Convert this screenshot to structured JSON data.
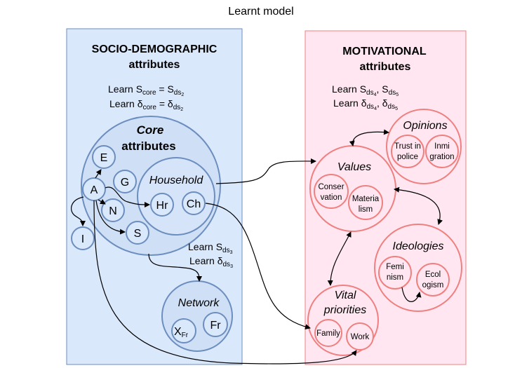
{
  "title": "Learnt model",
  "socio": {
    "heading1": "SOCIO-DEMOGRAPHIC",
    "heading2": "attributes",
    "learn1_prefix": "Learn S",
    "learn1_sub": "core",
    "learn1_mid": " = S",
    "learn1_sub2": "ds",
    "learn1_sub3": "2",
    "learn2_prefix": "Learn δ",
    "learn2_sub": "core",
    "learn2_mid": " = δ",
    "learn2_sub2": "ds",
    "learn2_sub3": "2",
    "core_line1": "Core",
    "core_line2": "attributes",
    "household": "Household",
    "nodes": {
      "E": "E",
      "G": "G",
      "A": "A",
      "N": "N",
      "S": "S",
      "I": "I",
      "Hr": "Hr",
      "Ch": "Ch"
    },
    "learn3_prefix": "Learn S",
    "learn3_sub": "ds",
    "learn3_sub2": "3",
    "learn4_prefix": "Learn δ",
    "learn4_sub": "ds",
    "learn4_sub2": "3",
    "network": "Network",
    "xfr_main": "X",
    "xfr_sub": "Fr",
    "fr": "Fr"
  },
  "motiv": {
    "heading1": "MOTIVATIONAL",
    "heading2": "attributes",
    "learn1_prefix": "Learn S",
    "learn1_sub_a": "ds",
    "learn1_sub_a2": "4",
    "learn1_sep": ", S",
    "learn1_sub_b": "ds",
    "learn1_sub_b2": "5",
    "learn2_prefix": "Learn δ",
    "learn2_sub_a": "ds",
    "learn2_sub_a2": "4",
    "learn2_sep": ", δ",
    "learn2_sub_b": "ds",
    "learn2_sub_b2": "5",
    "opinions": "Opinions",
    "trust1": "Trust in",
    "trust2": "police",
    "immi1": "Inmi",
    "immi2": "gration",
    "values": "Values",
    "cons1": "Conser",
    "cons2": "vation",
    "mat1": "Materia",
    "mat2": "lism",
    "ideologies": "Ideologies",
    "fem1": "Femi",
    "fem2": "nism",
    "eco1": "Ecol",
    "eco2": "ogism",
    "vital1": "Vital",
    "vital2": "priorities",
    "family": "Family",
    "work": "Work"
  },
  "colors": {
    "socio_fill": "#dae8fc",
    "socio_stroke": "#6c8ebf",
    "motiv_fill": "#ffe6f0",
    "motiv_stroke": "#f08080"
  }
}
